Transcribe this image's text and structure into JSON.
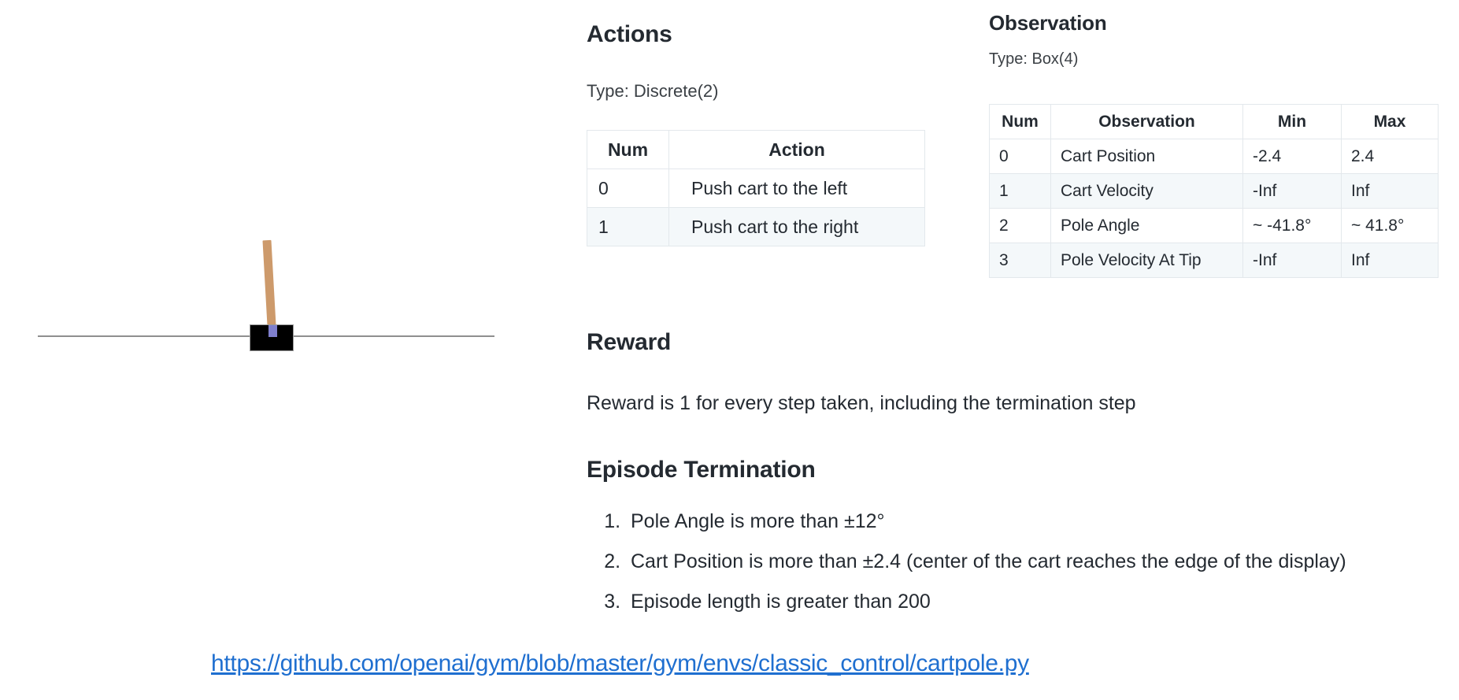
{
  "figure": {
    "name": "CartPole environment rendering",
    "cart_color": "#000000",
    "pole_color": "#cd9a6b",
    "axle_color": "#7f7fcc",
    "track_color": "#8f8f8f"
  },
  "actions": {
    "heading": "Actions",
    "type_label": "Type: Discrete(2)",
    "columns": [
      "Num",
      "Action"
    ],
    "rows": [
      {
        "num": "0",
        "action": "Push cart to the left"
      },
      {
        "num": "1",
        "action": "Push cart to the right"
      }
    ]
  },
  "observation": {
    "heading": "Observation",
    "type_label": "Type: Box(4)",
    "columns": [
      "Num",
      "Observation",
      "Min",
      "Max"
    ],
    "rows": [
      {
        "num": "0",
        "observation": "Cart Position",
        "min": "-2.4",
        "max": "2.4"
      },
      {
        "num": "1",
        "observation": "Cart Velocity",
        "min": "-Inf",
        "max": "Inf"
      },
      {
        "num": "2",
        "observation": "Pole Angle",
        "min": "~ -41.8°",
        "max": "~ 41.8°"
      },
      {
        "num": "3",
        "observation": "Pole Velocity At Tip",
        "min": "-Inf",
        "max": "Inf"
      }
    ]
  },
  "reward": {
    "heading": "Reward",
    "text": "Reward is 1 for every step taken, including the termination step"
  },
  "termination": {
    "heading": "Episode Termination",
    "items": [
      "Pole Angle is more than ±12°",
      "Cart Position is more than ±2.4 (center of the cart reaches the edge of the display)",
      "Episode length is greater than 200"
    ]
  },
  "footer": {
    "link_text": "https://github.com/openai/gym/blob/master/gym/envs/classic_control/cartpole.py",
    "link_color": "#1f6fd0"
  }
}
